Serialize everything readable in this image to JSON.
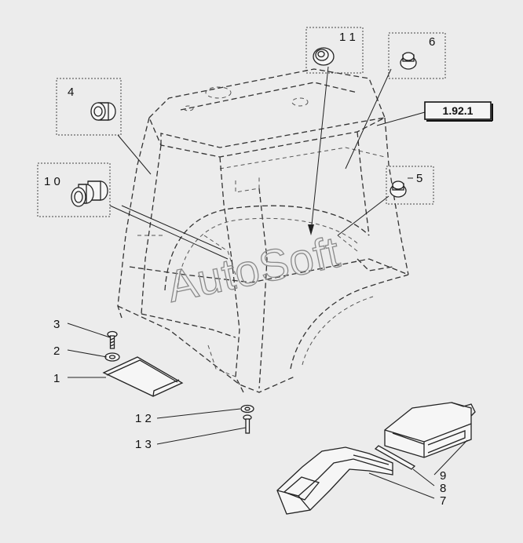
{
  "watermark": "AutoSoft",
  "reference": "1.92.1",
  "callouts": {
    "c1": "1",
    "c2": "2",
    "c3": "3",
    "c4": "4",
    "c5": "5",
    "c6": "6",
    "c7": "7",
    "c8": "8",
    "c9": "9",
    "c10": "1 0",
    "c11": "1 1",
    "c12": "1 2",
    "c13": "1 3"
  },
  "colors": {
    "background": "#ececec",
    "line": "#222222",
    "watermark": "#8a8a8a"
  }
}
